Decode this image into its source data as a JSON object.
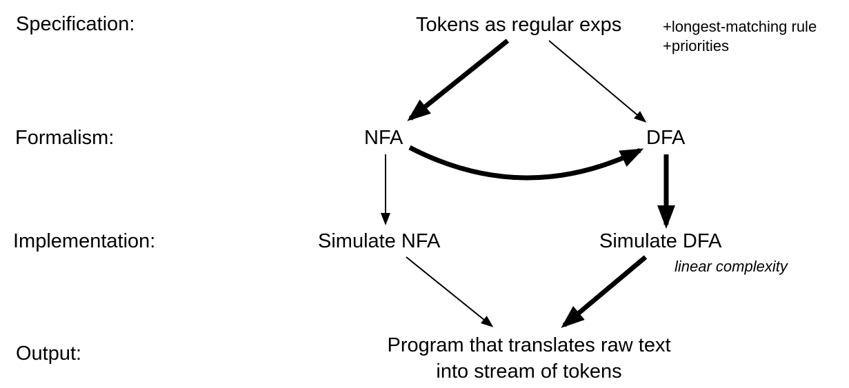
{
  "stages": {
    "specification": "Specification:",
    "formalism": "Formalism:",
    "implementation": "Implementation:",
    "output": "Output:"
  },
  "nodes": {
    "tokens": "Tokens as regular exps",
    "nfa": "NFA",
    "dfa": "DFA",
    "simulate_nfa": "Simulate NFA",
    "simulate_dfa": "Simulate DFA",
    "program_line1": "Program that translates raw text",
    "program_line2": "into stream of tokens"
  },
  "notes": {
    "longest_match": "+longest-matching rule",
    "priorities": "+priorities",
    "linear_complexity": "linear complexity"
  },
  "edges": [
    {
      "from": "tokens",
      "to": "nfa",
      "weight": "thick"
    },
    {
      "from": "tokens",
      "to": "dfa",
      "weight": "thin"
    },
    {
      "from": "nfa",
      "to": "dfa",
      "weight": "thick"
    },
    {
      "from": "nfa",
      "to": "simulate_nfa",
      "weight": "thin"
    },
    {
      "from": "dfa",
      "to": "simulate_dfa",
      "weight": "thick"
    },
    {
      "from": "simulate_nfa",
      "to": "program",
      "weight": "thin"
    },
    {
      "from": "simulate_dfa",
      "to": "program",
      "weight": "thick"
    }
  ],
  "colors": {
    "ink": "#000000",
    "background": "#ffffff"
  }
}
